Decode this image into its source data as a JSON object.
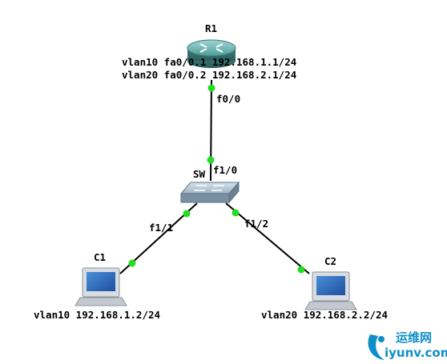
{
  "devices": {
    "r1": {
      "name": "R1",
      "line1": "vlan10 fa0/0.1 192.168.1.1/24",
      "line2": "vlan20 fa0/0.2 192.168.2.1/24"
    },
    "sw": {
      "name": "SW"
    },
    "c1": {
      "name": "C1",
      "ip": "vlan10 192.168.1.2/24"
    },
    "c2": {
      "name": "C2",
      "ip": "vlan20 192.168.2.2/24"
    }
  },
  "ports": {
    "r1_sw_r1": "f0/0",
    "r1_sw_sw": "f1/0",
    "sw_c1": "f1/1",
    "sw_c2": "f1/2"
  },
  "colors": {
    "port_dot": "#22dd22",
    "link": "#000000"
  },
  "watermark": {
    "cn": "运维网",
    "url": "iyunv.com"
  }
}
